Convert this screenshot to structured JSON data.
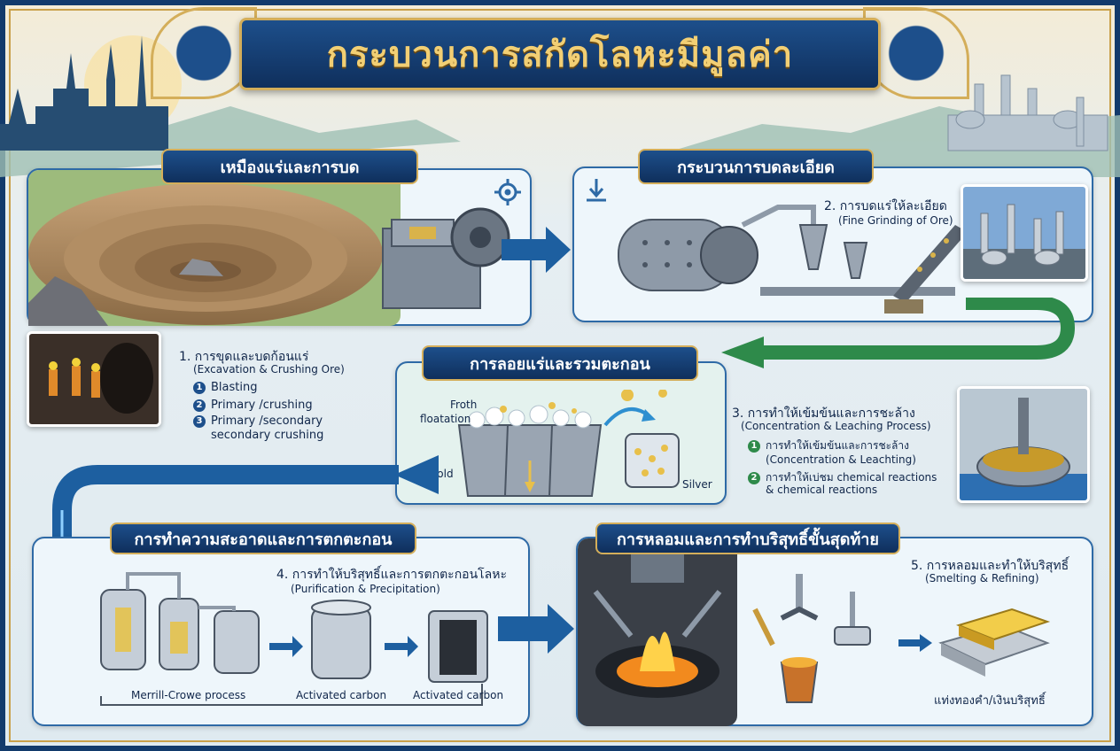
{
  "title": "กระบวนการสกัดโลหะมีมูลค่า",
  "sections": {
    "mining": {
      "title": "เหมืองแร่และการบด"
    },
    "grinding": {
      "title": "กระบวนการบดละเอียด"
    },
    "flotation": {
      "title": "การลอยแร่และรวมตะกอน"
    },
    "cleaning": {
      "title": "การทำความสะอาดและการตกตะกอน"
    },
    "smelting": {
      "title": "การหลอมและการทำบริสุทธิ์ขั้นสุดท้าย"
    }
  },
  "steps": {
    "s1": {
      "title": "1. การขุดและบดก้อนแร่",
      "subtitle": "(Excavation & Crushing Ore)",
      "items": [
        {
          "num": "1",
          "text": "Blasting"
        },
        {
          "num": "2",
          "text": "Primary /crushing"
        },
        {
          "num": "3",
          "text": "Primary /secondary"
        },
        {
          "num": "",
          "text": "secondary crushing"
        }
      ]
    },
    "s2": {
      "title": "2. การบดแร่ให้ละเอียด",
      "subtitle": "(Fine Grinding of Ore)"
    },
    "s3": {
      "title": "3. การทำให้เข้มข้นและการชะล้าง",
      "subtitle": "(Concentration & Leaching Process)",
      "items": [
        {
          "num": "1",
          "text": "การทำให้เข้มข้นและการชะล้าง"
        },
        {
          "num": "",
          "text": "(Concentration & Leachting)"
        },
        {
          "num": "2",
          "text": "การทำให้เบ่ชม chemical reactions"
        },
        {
          "num": "",
          "text": "& chemical reactions"
        }
      ]
    },
    "s4": {
      "title": "4. การทำให้บริสุทธิ์และการตกตะกอนโลหะ",
      "subtitle": "(Purification & Precipitation)"
    },
    "s5": {
      "title": "5. การหลอมและทำให้บริสุทธิ์",
      "subtitle": "(Smelting & Refining)"
    }
  },
  "labels": {
    "froth": "Froth",
    "floatation": "floatation",
    "gold": "Gold",
    "silver": "Silver",
    "merrill": "Merrill-Crowe process",
    "carbon1": "Activated carbon",
    "carbon2": "Activated carbon",
    "bars": "แท่งทองคำ/เงินบริสุทธิ์"
  },
  "colors": {
    "navy": "#0f2f5c",
    "gold_trim": "#d4ae5a",
    "title_gold": "#f2cf74",
    "panel_border": "#2e6aa6",
    "arrow_blue": "#1d5fa0",
    "arrow_green": "#2e8a4a"
  }
}
